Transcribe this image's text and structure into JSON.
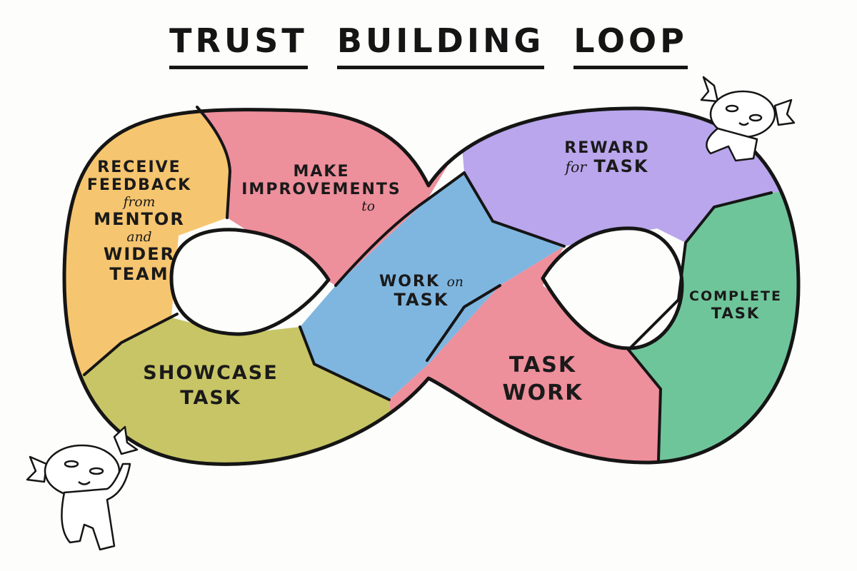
{
  "title": {
    "word1": "TRUST",
    "word2": "BUILDING",
    "word3": "LOOP"
  },
  "segments": {
    "receive_feedback": {
      "line1": "RECEIVE",
      "line2": "FEEDBACK",
      "line3": "from",
      "line4": "MENTOR",
      "line5": "and",
      "line6": "WIDER",
      "line7": "TEAM",
      "color": "#f6c56f"
    },
    "make_improvements": {
      "line1": "MAKE",
      "line2": "IMPROVEMENTS",
      "line3": "to",
      "color": "#ee8f9c"
    },
    "work_on_task": {
      "line1a": "WORK",
      "line1b": "on",
      "line2": "TASK",
      "color": "#7fb6e0"
    },
    "reward_for_task": {
      "line1": "REWARD",
      "line2a": "for",
      "line2b": "TASK",
      "color": "#b9a6ec"
    },
    "complete_task": {
      "line1": "COMPLETE",
      "line2": "TASK",
      "color": "#6fc59a"
    },
    "task_work": {
      "line1": "TASK",
      "line2": "WORK",
      "color": "#ee8f9c"
    },
    "showcase_task": {
      "line1": "SHOWCASE",
      "line2": "TASK",
      "color": "#c8c566"
    }
  },
  "outline_color": "#151515",
  "mascots": [
    "koala-mascot-top-right",
    "koala-mascot-bottom-left"
  ]
}
